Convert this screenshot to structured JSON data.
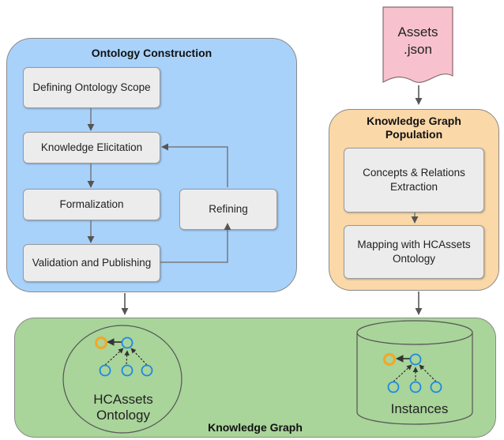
{
  "assets_file": {
    "line1": "Assets",
    "line2": ".json"
  },
  "ontology_construction": {
    "title": "Ontology Construction",
    "steps": {
      "define_scope": "Defining Ontology Scope",
      "elicitation": "Knowledge Elicitation",
      "formalization": "Formalization",
      "validation": "Validation and Publishing",
      "refining": "Refining"
    }
  },
  "kg_population": {
    "title_line1": "Knowledge Graph",
    "title_line2": "Population",
    "steps": {
      "extraction": "Concepts & Relations Extraction",
      "mapping": "Mapping with HCAssets Ontology"
    }
  },
  "knowledge_graph": {
    "title": "Knowledge Graph",
    "ontology_label_line1": "HCAssets",
    "ontology_label_line2": "Ontology",
    "instances_label": "Instances"
  },
  "colors": {
    "ontology_panel": "#a9d2fb",
    "population_panel": "#fad8a8",
    "knowledge_graph_panel": "#a9d49a",
    "assets_document": "#f7c2cd",
    "node_blue": "#1e88e5",
    "node_orange": "#f5a623"
  }
}
